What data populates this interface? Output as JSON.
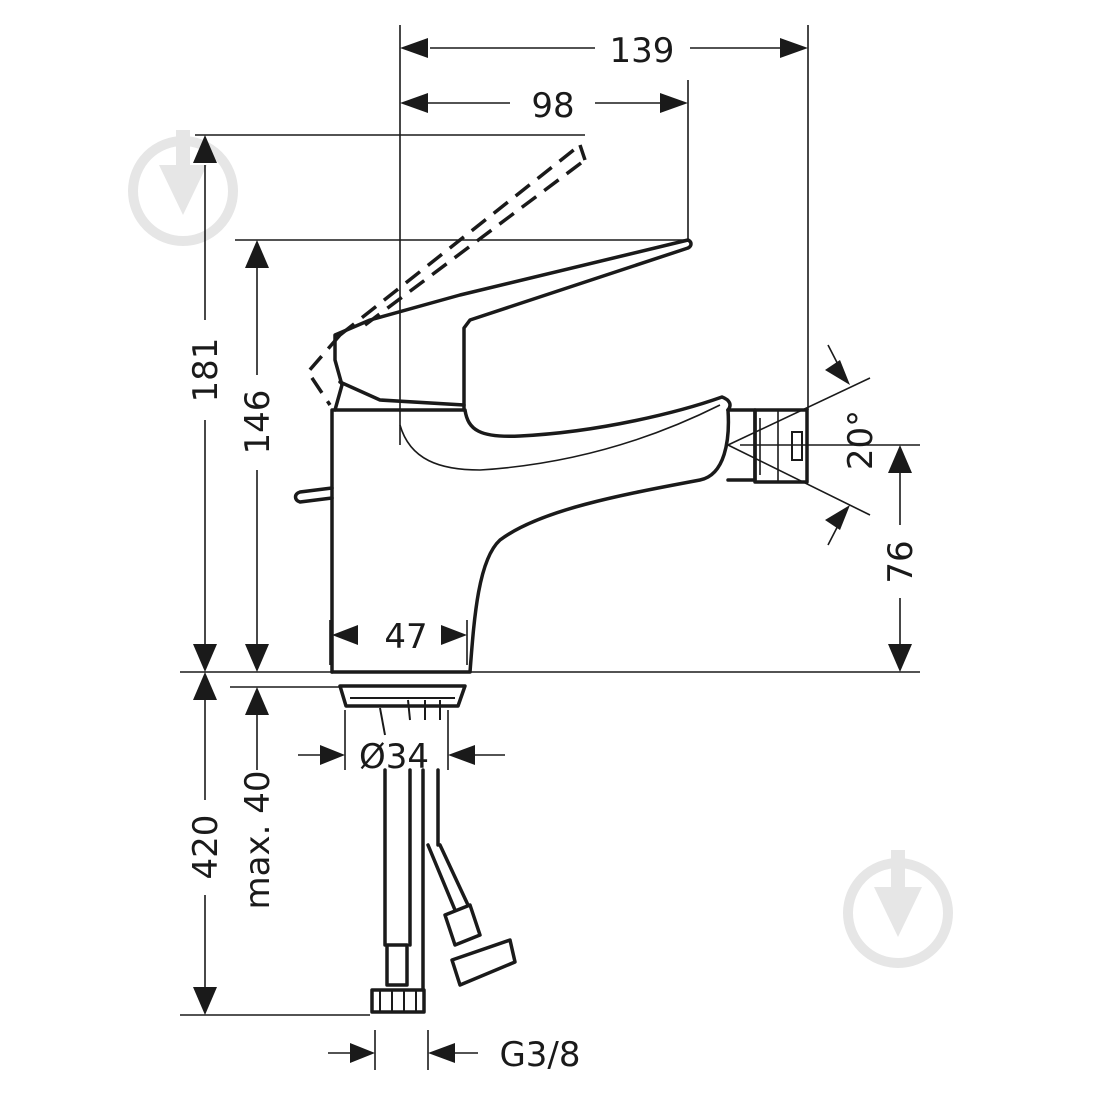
{
  "dimensions": {
    "overall_reach": "139",
    "lever_reach": "98",
    "total_height": "181",
    "lever_height": "146",
    "outlet_angle": "20°",
    "outlet_height": "76",
    "body_width": "47",
    "bore_diameter": "Ø34",
    "hose_length": "420",
    "max_countertop": "max. 40",
    "thread": "G3/8"
  },
  "colors": {
    "line": "#1a1a1a",
    "watermark": "#e6e6e6",
    "background": "#ffffff"
  },
  "icons": [
    "watermark-logo-icon"
  ]
}
